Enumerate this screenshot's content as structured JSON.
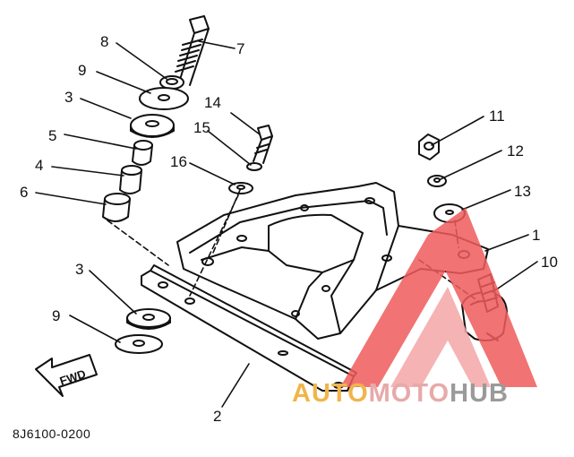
{
  "callouts": [
    {
      "id": "c1",
      "text": "1"
    },
    {
      "id": "c2",
      "text": "2"
    },
    {
      "id": "c3a",
      "text": "3"
    },
    {
      "id": "c3b",
      "text": "3"
    },
    {
      "id": "c4",
      "text": "4"
    },
    {
      "id": "c5",
      "text": "5"
    },
    {
      "id": "c6",
      "text": "6"
    },
    {
      "id": "c7",
      "text": "7"
    },
    {
      "id": "c8",
      "text": "8"
    },
    {
      "id": "c9a",
      "text": "9"
    },
    {
      "id": "c9b",
      "text": "9"
    },
    {
      "id": "c10",
      "text": "10"
    },
    {
      "id": "c11",
      "text": "11"
    },
    {
      "id": "c12",
      "text": "12"
    },
    {
      "id": "c13",
      "text": "13"
    },
    {
      "id": "c14",
      "text": "14"
    },
    {
      "id": "c15",
      "text": "15"
    },
    {
      "id": "c16",
      "text": "16"
    }
  ],
  "fwd_label": "FWD",
  "doc_code": "8J6100-0200",
  "watermark": {
    "part1": "AUTO",
    "part2": "MOTO",
    "part3": "HUB"
  },
  "colors": {
    "line": "#111111",
    "watermark_red": "#ef5b5b",
    "watermark_orange": "#f0b54a",
    "watermark_grey": "#9a9a9a"
  }
}
